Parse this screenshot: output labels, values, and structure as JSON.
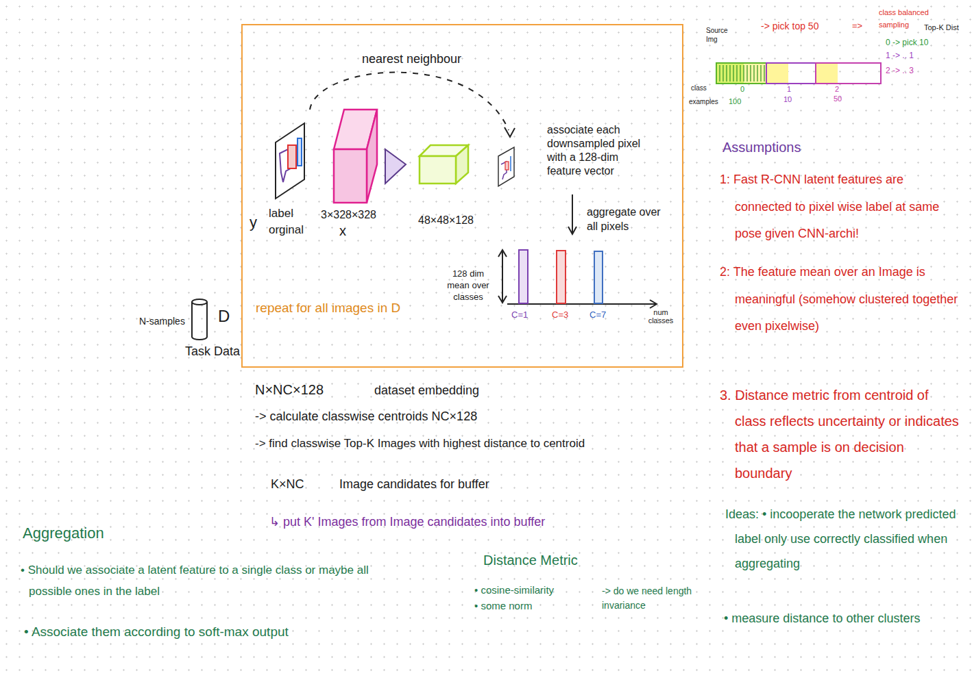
{
  "diagram": {
    "nodes": [
      {
        "text": [
          "nearest neighbour",
          "y",
          "label orginal",
          "3×328×328",
          "x",
          "48×48×128",
          "associate each downsampled pixel with a 128-dim feature vector",
          "aggregate over all pixels",
          "128 dim mean over classes",
          "C=1",
          "C=3",
          "C=7",
          "num classes",
          "repeat for all images in D"
        ]
      }
    ],
    "labels": [
      "Source Img",
      "-> pick top 50",
      "=>",
      "class balanced sampling",
      "Top-K Dist",
      "0 -> pick 10",
      "1 -> .. 1",
      "2 -> .. 3",
      "class",
      "0",
      "1",
      "2",
      "examples",
      "100",
      "10",
      "50",
      "Assumptions",
      "1: Fast R-CNN latent features are connected to pixel wise label at same pose given CNN-archi!",
      "2: The feature mean over an Image is meaningful (somehow clustered together even pixelwise)",
      "3. Distance metric from centroid of class reflects uncertainty or indicates that a sample is on decision boundary",
      "Ideas: • incooperate the network predicted label only use correctly classified when aggregating",
      "• measure distance to other clusters",
      "N-samples",
      "D",
      "Task Data",
      "N×NC×128",
      "dataset embedding",
      "-> calculate classwise centroids NC×128",
      "-> find classwise Top-K Images with highest distance to centroid",
      "K×NC",
      "Image candidates for buffer",
      "↳ put K' Images from Image candidates into buffer",
      "Aggregation",
      "• Should we associate a latent feature to a single class or maybe all possible ones in the label",
      "• Associate them according to soft-max output",
      "Distance Metric",
      "• cosine-similarity",
      "• some norm",
      "-> do we need length invariance"
    ]
  }
}
